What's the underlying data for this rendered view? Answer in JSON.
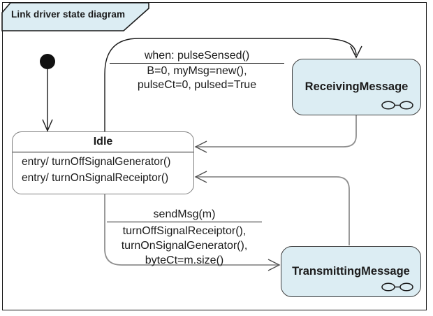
{
  "frame": {
    "title": "Link driver state diagram"
  },
  "colors": {
    "state_fill": "#dcedf3",
    "state_border": "#3f3f3f",
    "idle_border": "#7f7f7f",
    "frame_border": "#151515",
    "connector_black": "#1a1a1a",
    "connector_gray": "#8f8f8f",
    "text": "#1a1a1a"
  },
  "states": {
    "idle": {
      "name": "Idle",
      "entry_actions": [
        "entry/ turnOffSignalGenerator()",
        "entry/ turnOnSignalReceiptor()"
      ]
    },
    "receiving_message": {
      "name": "ReceivingMessage"
    },
    "transmitting_message": {
      "name": "TransmittingMessage"
    }
  },
  "transitions": {
    "initial": {
      "from": "initial",
      "to": "Idle"
    },
    "idle_to_receiving": {
      "from": "Idle",
      "to": "ReceivingMessage",
      "trigger": "when: pulseSensed()",
      "actions": [
        "B=0, myMsg=new(),",
        "pulseCt=0, pulsed=True"
      ]
    },
    "receiving_to_idle": {
      "from": "ReceivingMessage",
      "to": "Idle"
    },
    "idle_to_transmitting": {
      "from": "Idle",
      "to": "TransmittingMessage",
      "trigger": "sendMsg(m)",
      "actions": [
        "turnOffSignalReceiptor(),",
        "turnOnSignalGenerator(),",
        "byteCt=m.size()"
      ]
    },
    "transmitting_to_idle": {
      "from": "TransmittingMessage",
      "to": "Idle"
    }
  }
}
